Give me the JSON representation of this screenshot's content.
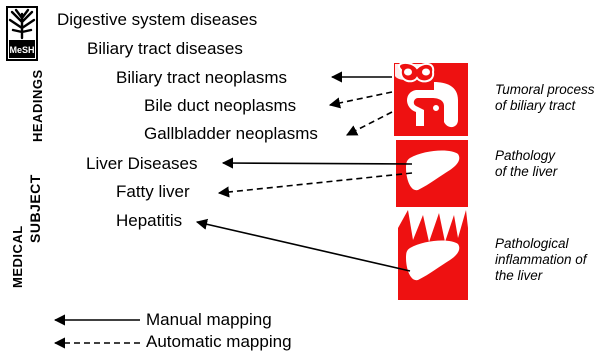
{
  "colors": {
    "accent": "#ee1111",
    "ink": "#000000",
    "background": "#ffffff"
  },
  "mesh_logo": {
    "icon": "mesh-tree-logo-icon",
    "logo_text": "MeSH",
    "words": {
      "medical": "MEDICAL",
      "subject": "SUBJECT",
      "headings": "HEADINGS"
    }
  },
  "terms": {
    "digestive": "Digestive system diseases",
    "biliary": "Biliary tract diseases",
    "biliary_neoplasms": "Biliary tract neoplasms",
    "bile_duct_neoplasms": "Bile duct neoplasms",
    "gallbladder_neoplasms": "Gallbladder neoplasms",
    "liver_diseases": "Liver Diseases",
    "fatty_liver": "Fatty liver",
    "hepatitis": "Hepatitis"
  },
  "concepts": [
    {
      "icon": "biliary-tumor-icon",
      "caption": [
        "Tumoral process",
        "of biliary tract"
      ]
    },
    {
      "icon": "liver-icon",
      "caption": [
        "Pathology",
        "of the liver"
      ]
    },
    {
      "icon": "liver-inflammation-icon",
      "caption": [
        "Pathological",
        "inflammation of",
        "the liver"
      ]
    }
  ],
  "legend": {
    "manual": "Manual mapping",
    "automatic": "Automatic mapping"
  }
}
